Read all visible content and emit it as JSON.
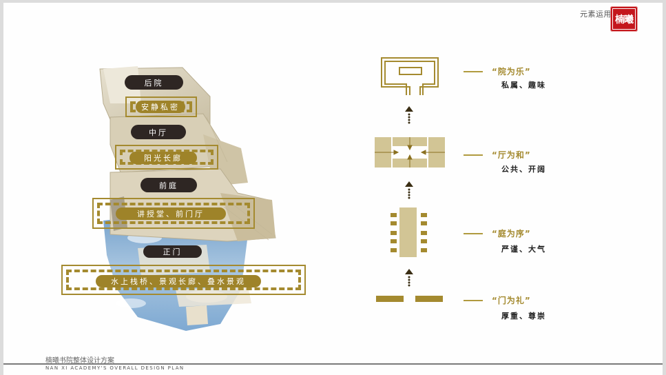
{
  "header": {
    "section_title": "元素运用",
    "seal_text": "楠曦"
  },
  "footer": {
    "title_cn": "楠曦书院整体设计方案",
    "title_en": "Nan Xi Academy's overall design plan"
  },
  "illustration": {
    "labels": [
      {
        "id": "back-courtyard",
        "text": "后院",
        "style": "dark"
      },
      {
        "id": "quiet-private",
        "text": "安静私密",
        "style": "gold"
      },
      {
        "id": "middle-hall",
        "text": "中厅",
        "style": "dark"
      },
      {
        "id": "sunlight-corridor",
        "text": "阳光长廊",
        "style": "gold"
      },
      {
        "id": "front-court",
        "text": "前庭",
        "style": "dark"
      },
      {
        "id": "lecture-hall",
        "text": "讲授堂、前门厅",
        "style": "gold"
      },
      {
        "id": "main-gate",
        "text": "正门",
        "style": "dark"
      },
      {
        "id": "water-features",
        "text": "水上栈桥、景观长廊、叠水景观",
        "style": "gold"
      }
    ]
  },
  "principles": [
    {
      "id": "courtyard",
      "icon": "courtyard-plan-icon",
      "quote": "“院为乐”",
      "desc": "私属、趣味"
    },
    {
      "id": "hall",
      "icon": "hall-converge-icon",
      "quote": "“厅为和”",
      "desc": "公共、开阔"
    },
    {
      "id": "court",
      "icon": "court-order-icon",
      "quote": "“庭为序”",
      "desc": "严谨、大气"
    },
    {
      "id": "gate",
      "icon": "gate-opening-icon",
      "quote": "“门为礼”",
      "desc": "厚重、尊崇"
    }
  ],
  "colors": {
    "gold": "#a48a2f",
    "gold_light": "#d2c595",
    "dark_label": "#2e2623",
    "seal_red": "#c4161c"
  }
}
